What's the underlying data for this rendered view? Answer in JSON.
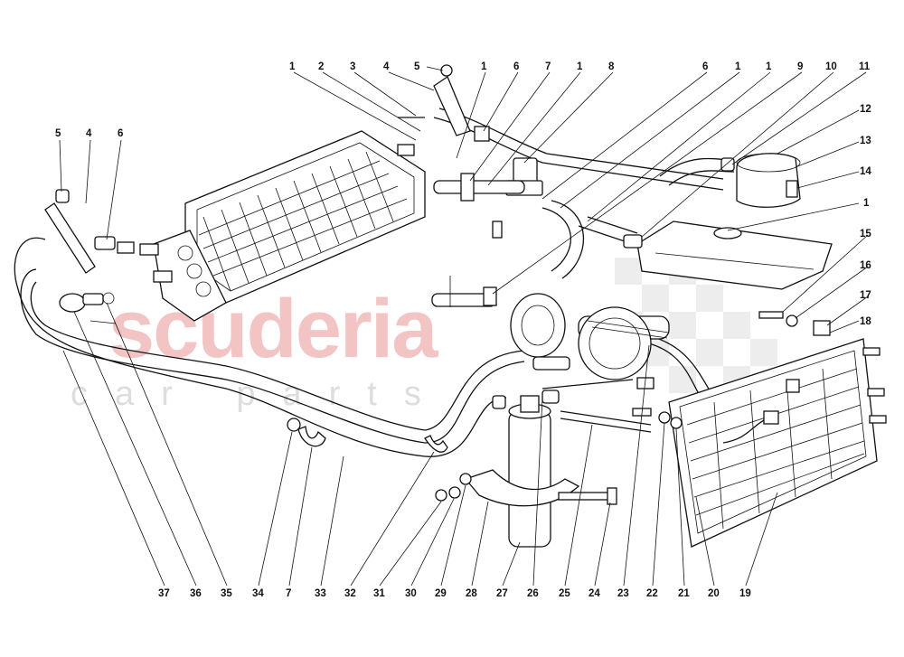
{
  "watermark": {
    "brand": "scuderia",
    "sub": "car parts"
  },
  "callouts": {
    "top": [
      "1",
      "2",
      "3",
      "4",
      "5",
      "1",
      "6",
      "7",
      "1",
      "8",
      "6",
      "1",
      "1",
      "9",
      "10",
      "11"
    ],
    "right": [
      "12",
      "13",
      "14",
      "1",
      "15",
      "16",
      "17",
      "18"
    ],
    "left": [
      "5",
      "4",
      "6"
    ],
    "bottom": [
      "37",
      "36",
      "35",
      "34",
      "7",
      "33",
      "32",
      "31",
      "30",
      "29",
      "28",
      "27",
      "26",
      "25",
      "24",
      "23",
      "22",
      "21",
      "20",
      "19"
    ]
  },
  "colors": {
    "line": "#111111",
    "watermark": "#f2c4c4",
    "checker": "#e6e6e6"
  }
}
